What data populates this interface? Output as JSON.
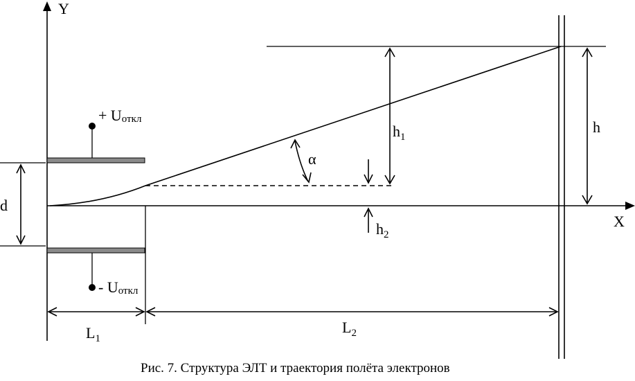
{
  "labels": {
    "y_axis": "Y",
    "x_axis": "X",
    "u_plus_prefix": "+ U",
    "u_minus_prefix": "- U",
    "u_subscript": "откл",
    "d": "d",
    "h": "h",
    "h1_base": "h",
    "h1_sub": "1",
    "h2_base": "h",
    "h2_sub": "2",
    "alpha": "α",
    "L1_base": "L",
    "L1_sub": "1",
    "L2_base": "L",
    "L2_sub": "2"
  },
  "caption": "Рис. 7. Структура ЭЛТ и траектория полёта электронов"
}
